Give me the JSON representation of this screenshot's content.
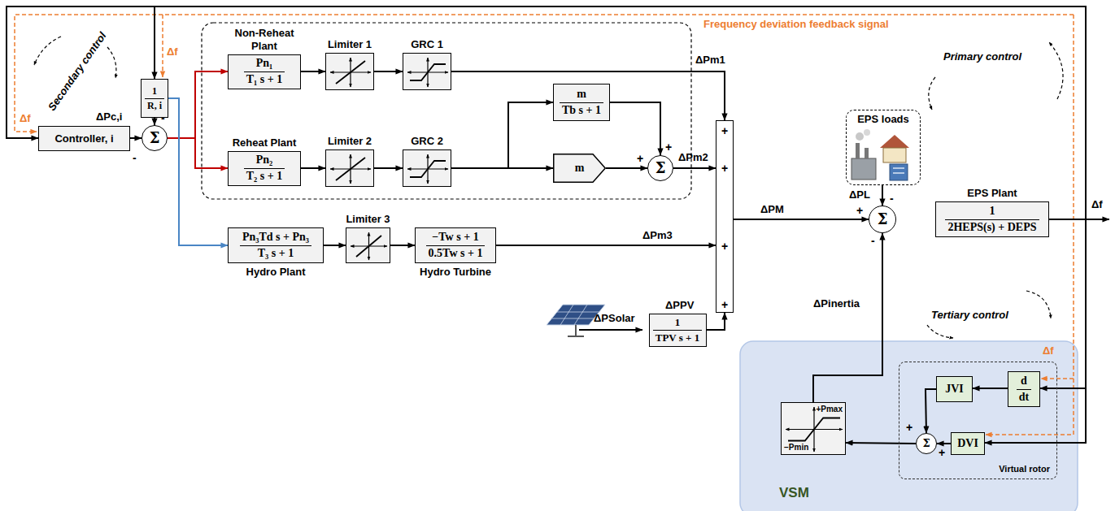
{
  "diagram": {
    "nodes": [
      {
        "text": [
          "Controller, i"
        ]
      },
      {
        "text": [
          "1",
          "R, i"
        ]
      },
      {
        "text": [
          "Σ"
        ]
      },
      {
        "text": [
          "Non-Reheat Plant",
          "Pn₁",
          "T₁ s + 1"
        ]
      },
      {
        "text": [
          "Limiter 1"
        ]
      },
      {
        "text": [
          "GRC 1"
        ]
      },
      {
        "text": [
          "Reheat Plant",
          "Pn₂",
          "T₂ s + 1"
        ]
      },
      {
        "text": [
          "Limiter 2"
        ]
      },
      {
        "text": [
          "GRC 2"
        ]
      },
      {
        "text": [
          "m",
          "Tb s + 1"
        ]
      },
      {
        "text": [
          "m"
        ]
      },
      {
        "text": [
          "Σ"
        ]
      },
      {
        "text": [
          "Pn₃Td s + Pn₃",
          "T₃ s + 1",
          "Hydro Plant"
        ]
      },
      {
        "text": [
          "Limiter 3"
        ]
      },
      {
        "text": [
          "−Tw s + 1",
          "0.5Tw s + 1",
          "Hydro Turbine"
        ]
      },
      {
        "text": [
          "+",
          "+",
          "+",
          "+"
        ]
      },
      {
        "text": [
          "1",
          "TPV s + 1"
        ]
      },
      {
        "text": [
          "EPS loads"
        ]
      },
      {
        "text": [
          "Σ"
        ]
      },
      {
        "text": [
          "EPS Plant",
          "1",
          "2HEPS(s) + DEPS"
        ]
      },
      {
        "text": [
          "VSM"
        ]
      },
      {
        "text": [
          "+Pmax",
          "−Pmin"
        ],
        "in": 20
      },
      {
        "text": [
          "Virtual rotor"
        ],
        "in": 20
      },
      {
        "text": [
          "JVI"
        ],
        "in": 22
      },
      {
        "text": [
          "d",
          "dt"
        ],
        "in": 22
      },
      {
        "text": [
          "Σ"
        ],
        "in": 22
      },
      {
        "text": [
          "DVI"
        ],
        "in": 22
      }
    ],
    "edges": [
      {
        "from": 0,
        "to": 2,
        "arrow": "to"
      },
      {
        "from": 1,
        "to": 2,
        "arrow": "to"
      },
      {
        "from": 2,
        "to": 3,
        "arrow": "to"
      },
      {
        "from": 2,
        "to": 6,
        "arrow": "to"
      },
      {
        "from": 1,
        "to": 12,
        "arrow": "to"
      },
      {
        "from": 3,
        "to": 4,
        "arrow": "to"
      },
      {
        "from": 4,
        "to": 5,
        "arrow": "to"
      },
      {
        "from": 5,
        "to": 15,
        "arrow": "to",
        "label": "ΔPm1"
      },
      {
        "from": 6,
        "to": 7,
        "arrow": "to"
      },
      {
        "from": 7,
        "to": 8,
        "arrow": "to"
      },
      {
        "from": 8,
        "to": 9,
        "arrow": "to"
      },
      {
        "from": 8,
        "to": 10,
        "arrow": "to"
      },
      {
        "from": 9,
        "to": 11,
        "arrow": "to"
      },
      {
        "from": 10,
        "to": 11,
        "arrow": "to"
      },
      {
        "from": 11,
        "to": 15,
        "arrow": "to",
        "label": "ΔPm2"
      },
      {
        "from": 12,
        "to": 13,
        "arrow": "to"
      },
      {
        "from": 13,
        "to": 14,
        "arrow": "to"
      },
      {
        "from": 14,
        "to": 15,
        "arrow": "to",
        "label": "ΔPm3"
      },
      {
        "from": 16,
        "to": 15,
        "arrow": "to",
        "label": "ΔPPV"
      },
      {
        "from": 15,
        "to": 18,
        "arrow": "to",
        "label": "ΔPM"
      },
      {
        "from": 17,
        "to": 18,
        "arrow": "to",
        "label": "ΔPL"
      },
      {
        "from": 19,
        "to": 0,
        "arrow": "to"
      },
      {
        "from": 19,
        "to": 1,
        "arrow": "to"
      },
      {
        "from": 19,
        "to": 24,
        "arrow": "to"
      },
      {
        "from": 19,
        "to": 26,
        "arrow": "to"
      },
      {
        "from": 24,
        "to": 23,
        "arrow": "to"
      },
      {
        "from": 23,
        "to": 25,
        "arrow": "to"
      },
      {
        "from": 26,
        "to": 25,
        "arrow": "to"
      },
      {
        "from": 25,
        "to": 21,
        "arrow": "to"
      },
      {
        "from": 21,
        "to": 18,
        "arrow": "to",
        "label": "ΔPinertia"
      }
    ],
    "labels": [
      "Frequency deviation feedback signal",
      "Secondary control",
      "Primary control",
      "Tertiary control",
      "Δf",
      "Δf",
      "Δf",
      "Δf",
      "ΔPc,i",
      "-",
      "-",
      "+",
      "+",
      "ΔPSolar",
      "+",
      "-",
      "-",
      "+",
      "+"
    ]
  }
}
